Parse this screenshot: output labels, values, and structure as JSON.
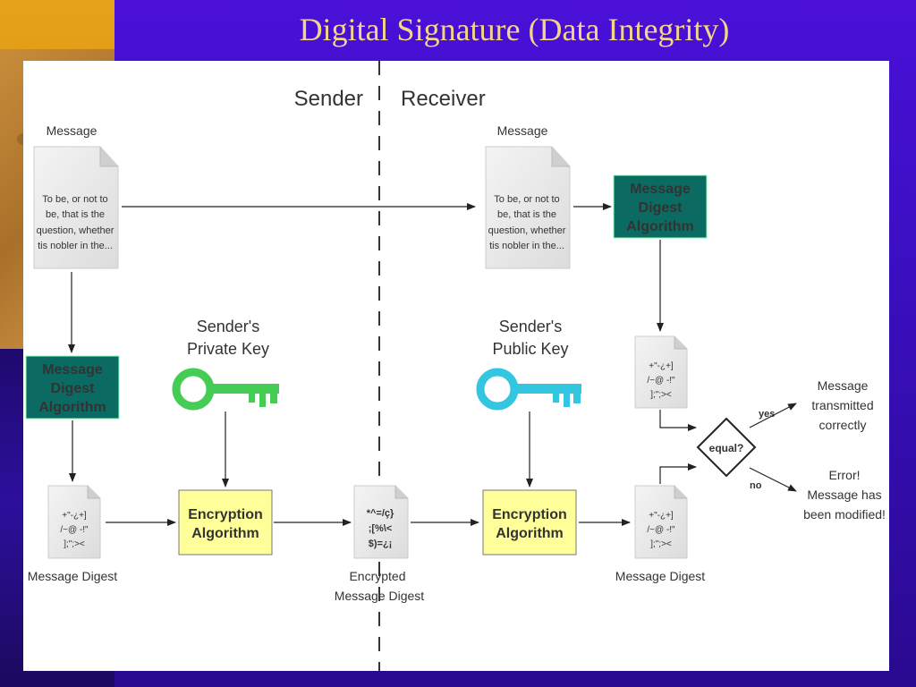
{
  "slide": {
    "title": "Digital Signature (Data Integrity)"
  },
  "diagram": {
    "headers": {
      "sender": "Sender",
      "receiver": "Receiver"
    },
    "sender_message": {
      "label": "Message",
      "lines": [
        "To be, or not to",
        "be, that is the",
        "question, whether",
        "tis nobler in the..."
      ]
    },
    "receiver_message": {
      "label": "Message",
      "lines": [
        "To be, or not to",
        "be, that is the",
        "question, whether",
        "tis nobler in the..."
      ]
    },
    "sender_mda": [
      "Message",
      "Digest",
      "Algorithm"
    ],
    "receiver_mda": [
      "Message",
      "Digest",
      "Algorithm"
    ],
    "private_key_label": [
      "Sender's",
      "Private Key"
    ],
    "public_key_label": [
      "Sender's",
      "Public Key"
    ],
    "sender_encryption": [
      "Encryption",
      "Algorithm"
    ],
    "receiver_encryption": [
      "Encryption",
      "Algorithm"
    ],
    "digest_lines": [
      "+\"-¿+]",
      "/~@ -!\"",
      "];\";><"
    ],
    "encrypted_lines": [
      "*^=/ç}",
      ";[%\\<",
      "$)=¿¡"
    ],
    "labels": {
      "sender_digest": "Message Digest",
      "encrypted_digest": [
        "Encrypted",
        "Message Digest"
      ],
      "receiver_digest": "Message Digest"
    },
    "decision": {
      "label": "equal?",
      "yes": "yes",
      "no": "no",
      "yes_result": [
        "Message",
        "transmitted",
        "correctly"
      ],
      "no_result": [
        "Error!",
        "Message has",
        "been modified!"
      ]
    },
    "colors": {
      "mda_box": "#0b6b62",
      "encryption_box": "#ffff99",
      "private_key": "#44cc55",
      "public_key": "#33c6e0",
      "title_text": "#f2d48a"
    }
  }
}
